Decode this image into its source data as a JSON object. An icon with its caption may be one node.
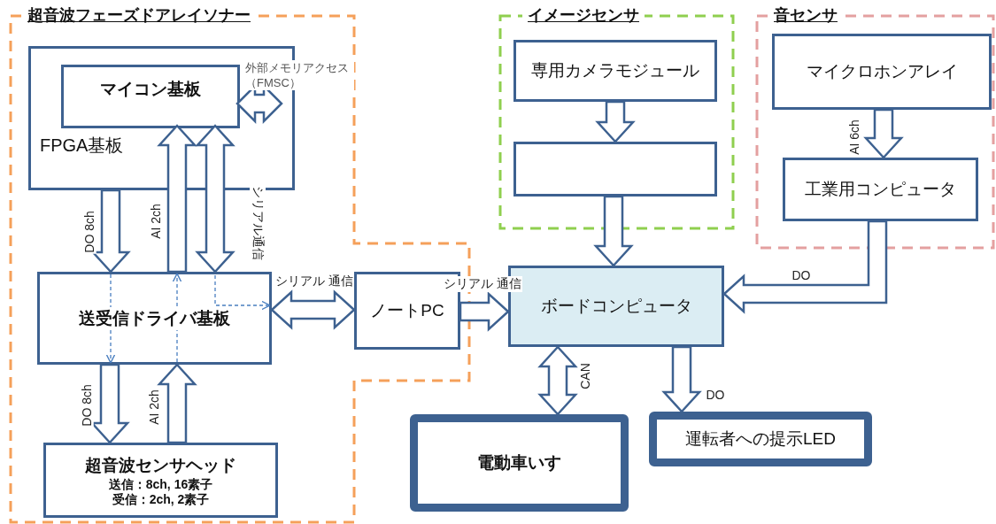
{
  "diagram": {
    "nodes": [
      {
        "text": [
          "超音波フェーズドアレイソナー"
        ]
      },
      {
        "text": [
          "FPGA基板"
        ],
        "in": 0
      },
      {
        "text": [
          "マイコン基板"
        ],
        "in": 1
      },
      {
        "text": [
          "送受信ドライバ基板"
        ],
        "in": 0
      },
      {
        "text": [
          "超音波センサヘッド",
          "送信：8ch, 16素子",
          "受信：2ch, 2素子"
        ],
        "in": 0
      },
      {
        "text": [
          "ノートPC"
        ],
        "in": 0
      },
      {
        "text": [
          "イメージセンサ"
        ]
      },
      {
        "text": [
          "専用カメラモジュール"
        ],
        "in": 6
      },
      {
        "text": [],
        "shape": "box",
        "in": 6
      },
      {
        "text": [
          "音センサ"
        ]
      },
      {
        "text": [
          "マイクロホンアレイ"
        ],
        "in": 9
      },
      {
        "text": [
          "工業用コンピュータ"
        ],
        "in": 9
      },
      {
        "text": [
          "ボードコンピュータ"
        ]
      },
      {
        "text": [
          "電動車いす"
        ]
      },
      {
        "text": [
          "運転者への提示LED"
        ]
      }
    ],
    "edges": [
      {
        "from": 1,
        "to": 3,
        "arrow": "to",
        "label": "DO 8ch"
      },
      {
        "from": 3,
        "to": 2,
        "arrow": "to",
        "label": "AI 2ch"
      },
      {
        "from": 2,
        "to": 3,
        "arrow": "both",
        "label": "シリアル通信"
      },
      {
        "from": 3,
        "to": 5,
        "arrow": "both",
        "label": "シリアル 通信"
      },
      {
        "from": 5,
        "to": 12,
        "arrow": "to",
        "label": "シリアル 通信"
      },
      {
        "from": 3,
        "to": 4,
        "arrow": "to",
        "label": "DO 8ch"
      },
      {
        "from": 4,
        "to": 3,
        "arrow": "to",
        "label": "AI 2ch"
      },
      {
        "from": 7,
        "to": 8,
        "arrow": "to"
      },
      {
        "from": 8,
        "to": 12,
        "arrow": "to"
      },
      {
        "from": 10,
        "to": 11,
        "arrow": "to",
        "label": "AI 6ch"
      },
      {
        "from": 11,
        "to": 12,
        "arrow": "to",
        "label": "DO"
      },
      {
        "from": 12,
        "to": 13,
        "arrow": "both",
        "label": "CAN"
      },
      {
        "from": 12,
        "to": 14,
        "arrow": "to",
        "label": "DO"
      },
      {
        "from": 2,
        "to": null,
        "arrow": "both",
        "label": "外部メモリアクセス（FMSC）"
      }
    ]
  }
}
